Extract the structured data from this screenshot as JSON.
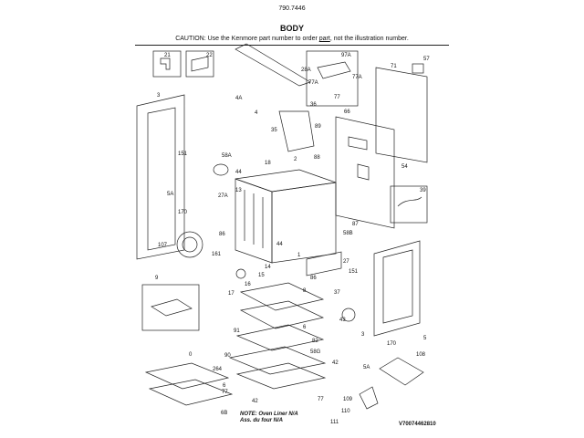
{
  "header": {
    "model": "790.7446",
    "section": "BODY",
    "caution_before": "CAUTION: Use the Kenmore part number to order ",
    "caution_part": "part",
    "caution_after": ", not the illustration number."
  },
  "labels": {
    "p21": "21",
    "p22": "22",
    "p28a": "28A",
    "p97a": "97A",
    "p77a_1": "77A",
    "p77a_2": "77A",
    "p77_1": "77",
    "p71": "71",
    "p57": "57",
    "p3_1": "3",
    "p4a": "4A",
    "p4": "4",
    "p35": "35",
    "p36": "36",
    "p66": "66",
    "p89": "89",
    "p88": "88",
    "p151_1": "151",
    "p54": "54",
    "p58a": "58A",
    "p44_1": "44",
    "p18": "18",
    "p2": "2",
    "p13": "13",
    "p39": "39",
    "p5a_1": "5A",
    "p27a": "27A",
    "p170_1": "170",
    "p87": "87",
    "p86_1": "86",
    "p58b": "58B",
    "p107": "107",
    "p161": "161",
    "p44_2": "44",
    "p1": "1",
    "p14": "14",
    "p15": "15",
    "p16": "16",
    "p27": "27",
    "p151_2": "151",
    "p86_2": "86",
    "p17": "17",
    "p9": "9",
    "p37": "37",
    "p8": "8",
    "p43": "43",
    "p3_2": "3",
    "p6": "6",
    "p91": "91",
    "p82": "82",
    "p90": "90",
    "p5": "5",
    "p170_2": "170",
    "p58g": "58G",
    "p0": "0",
    "p264": "264",
    "p42_1": "42",
    "p108": "108",
    "p5a_2": "5A",
    "p77_2": "77",
    "p42_2": "42",
    "p77_3": "77",
    "p6b": "6B",
    "p109": "109",
    "p110": "110",
    "p111": "111",
    "p6_2": "6"
  },
  "notes": {
    "line1": "NOTE: Oven Liner N/A",
    "line2": "Ass. du four N/A"
  },
  "diagram_code": "V70074462810"
}
